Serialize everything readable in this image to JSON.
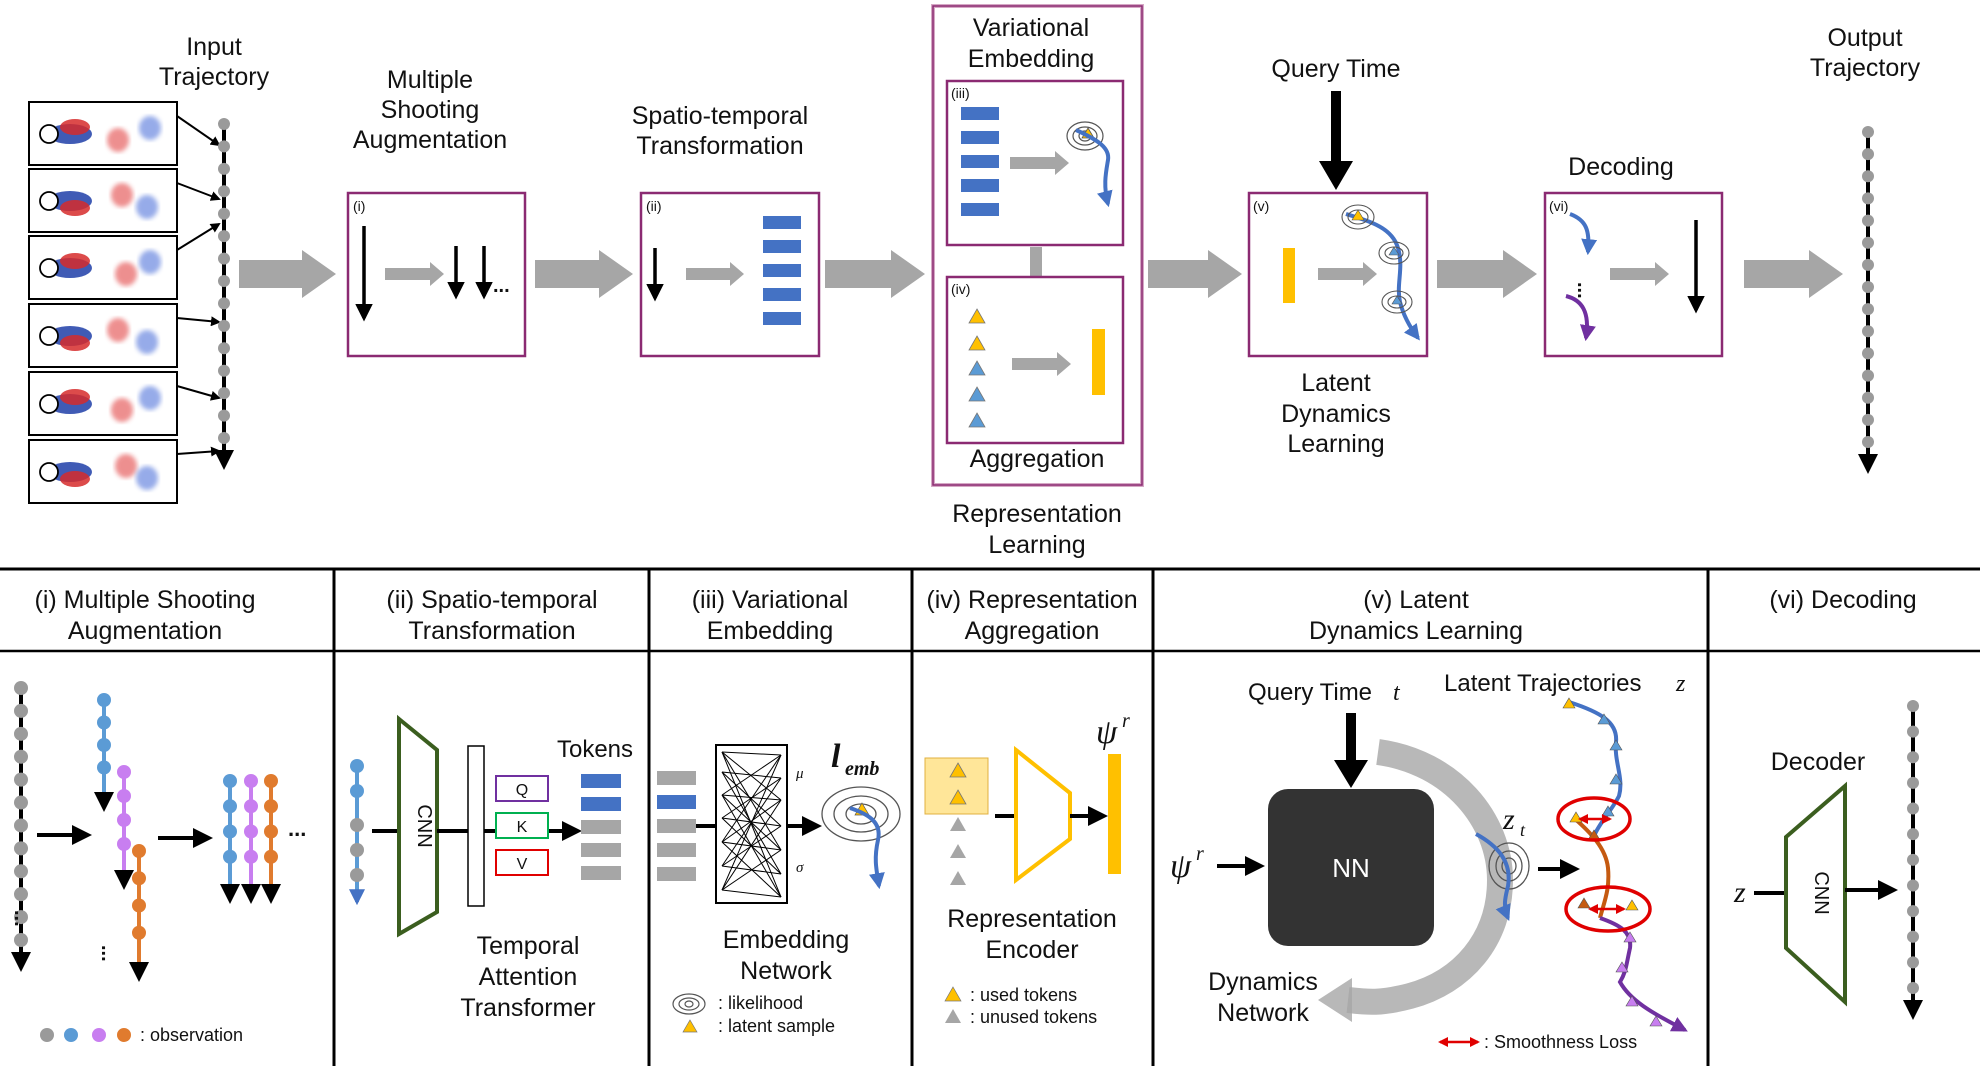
{
  "top": {
    "input_trajectory": [
      "Input",
      "Trajectory"
    ],
    "multiple_shooting": [
      "Multiple",
      "Shooting",
      "Augmentation"
    ],
    "spatiotemporal": [
      "Spatio-temporal",
      "Transformation"
    ],
    "variational_embedding": [
      "Variational",
      "Embedding"
    ],
    "aggregation": "Aggregation",
    "representation_learning": [
      "Representation",
      "Learning"
    ],
    "query_time": "Query Time",
    "latent_dynamics": [
      "Latent",
      "Dynamics",
      "Learning"
    ],
    "decoding": "Decoding",
    "output_trajectory": [
      "Output",
      "Trajectory"
    ],
    "box_tags": [
      "(i)",
      "(ii)",
      "(iii)",
      "(iv)",
      "(v)",
      "(vi)"
    ]
  },
  "bottom": {
    "headers": [
      [
        "(i) Multiple Shooting",
        "Augmentation"
      ],
      [
        "(ii) Spatio-temporal",
        "Transformation"
      ],
      [
        "(iii) Variational",
        "Embedding"
      ],
      [
        "(iv) Representation",
        "Aggregation"
      ],
      [
        "(v) Latent",
        "Dynamics Learning"
      ],
      [
        "(vi) Decoding"
      ]
    ],
    "observation_legend": ": observation",
    "ellipsis": "...",
    "cnn": "CNN",
    "tokens": "Tokens",
    "q": "Q",
    "k": "K",
    "v": "V",
    "temporal_attention_transformer": [
      "Temporal",
      "Attention",
      "Transformer"
    ],
    "mu": "μ",
    "sigma": "σ",
    "l_emb_main": "l",
    "l_emb_sub": "emb",
    "embedding_network": [
      "Embedding",
      "Network"
    ],
    "likelihood_legend": ": likelihood",
    "latent_sample_legend": ": latent sample",
    "psi_main": "ψ",
    "psi_sup": "r",
    "representation_encoder": [
      "Representation",
      "Encoder"
    ],
    "used_tokens": ": used tokens",
    "unused_tokens": ": unused tokens",
    "query_time_t": "Query Time",
    "t_var": "t",
    "latent_trajectories": "Latent Trajectories",
    "z_var": "z",
    "zt_main": "z",
    "zt_sub": "t",
    "nn": "NN",
    "dynamics_network": [
      "Dynamics",
      "Network"
    ],
    "smoothness_loss": ": Smoothness Loss",
    "decoder": "Decoder"
  },
  "colors": {
    "purple_box": "#8b2a72",
    "gray_arrow": "#a6a6a6",
    "blue_token": "#4472c4",
    "yellow": "#ffc000",
    "green_cnn": "#3b5e1f",
    "blue_obs": "#5b9bd5",
    "violet_obs": "#c87ef0",
    "orange_obs": "#e07b2e",
    "gray_obs": "#9a9a9a",
    "nn_dark": "#333333",
    "red": "#e00000",
    "q_box": "#7030a0",
    "k_box": "#00b050",
    "v_box": "#e00000"
  }
}
